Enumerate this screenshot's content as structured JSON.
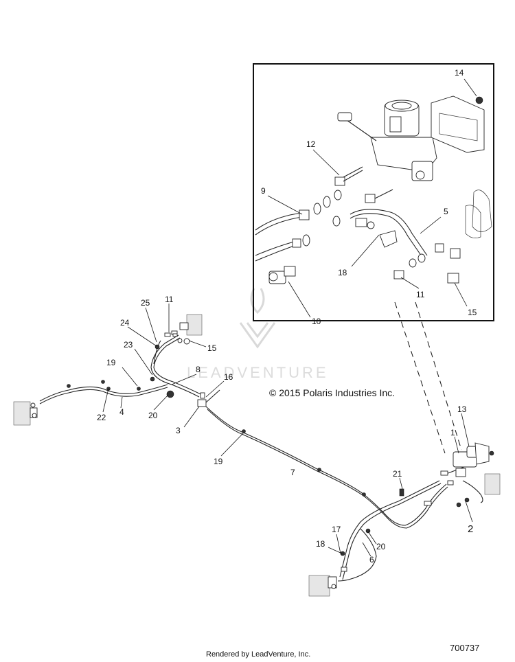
{
  "diagram": {
    "copyright": "© 2015 Polaris Industries Inc.",
    "rendered_by": "Rendered by LeadVenture, Inc.",
    "diagram_number": "700737",
    "watermark": "LEADVENTURE",
    "inset_callouts": {
      "c14": "14",
      "c12": "12",
      "c9": "9",
      "c5": "5",
      "c18": "18",
      "c11": "11",
      "c10": "10",
      "c15": "15"
    },
    "main_callouts": {
      "c25": "25",
      "c11": "11",
      "c24": "24",
      "c15": "15",
      "c23": "23",
      "c19a": "19",
      "c8": "8",
      "c16": "16",
      "c22": "22",
      "c4": "4",
      "c20a": "20",
      "c3": "3",
      "c19b": "19",
      "c7": "7",
      "c13": "13",
      "c1": "1",
      "c21": "21",
      "c2": "2",
      "c17": "17",
      "c18": "18",
      "c20b": "20",
      "c6": "6"
    }
  }
}
